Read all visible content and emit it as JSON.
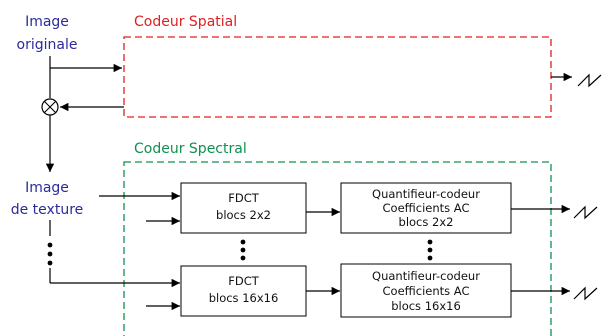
{
  "colors": {
    "spatial_border": "#e02020",
    "spectral_border": "#109050",
    "input_text": "#2b2b9a",
    "ink": "#000000"
  },
  "labels": {
    "image_originale": [
      "Image",
      "originale"
    ],
    "image_texture": [
      "Image",
      "de texture"
    ],
    "codeur_spatial": "Codeur Spatial",
    "codeur_spectral": "Codeur Spectral"
  },
  "blocks": {
    "fdct_2x2": [
      "FDCT",
      "blocs 2x2"
    ],
    "fdct_16x16": [
      "FDCT",
      "blocs 16x16"
    ],
    "quant_2x2": [
      "Quantifieur-codeur",
      "Coefficients AC",
      "blocs 2x2"
    ],
    "quant_16x16": [
      "Quantifieur-codeur",
      "Coefficients AC",
      "blocs 16x16"
    ]
  },
  "icons": {
    "subtractor": "circle-cross-icon",
    "output_bitstream": "zigzag-arrow-icon"
  }
}
